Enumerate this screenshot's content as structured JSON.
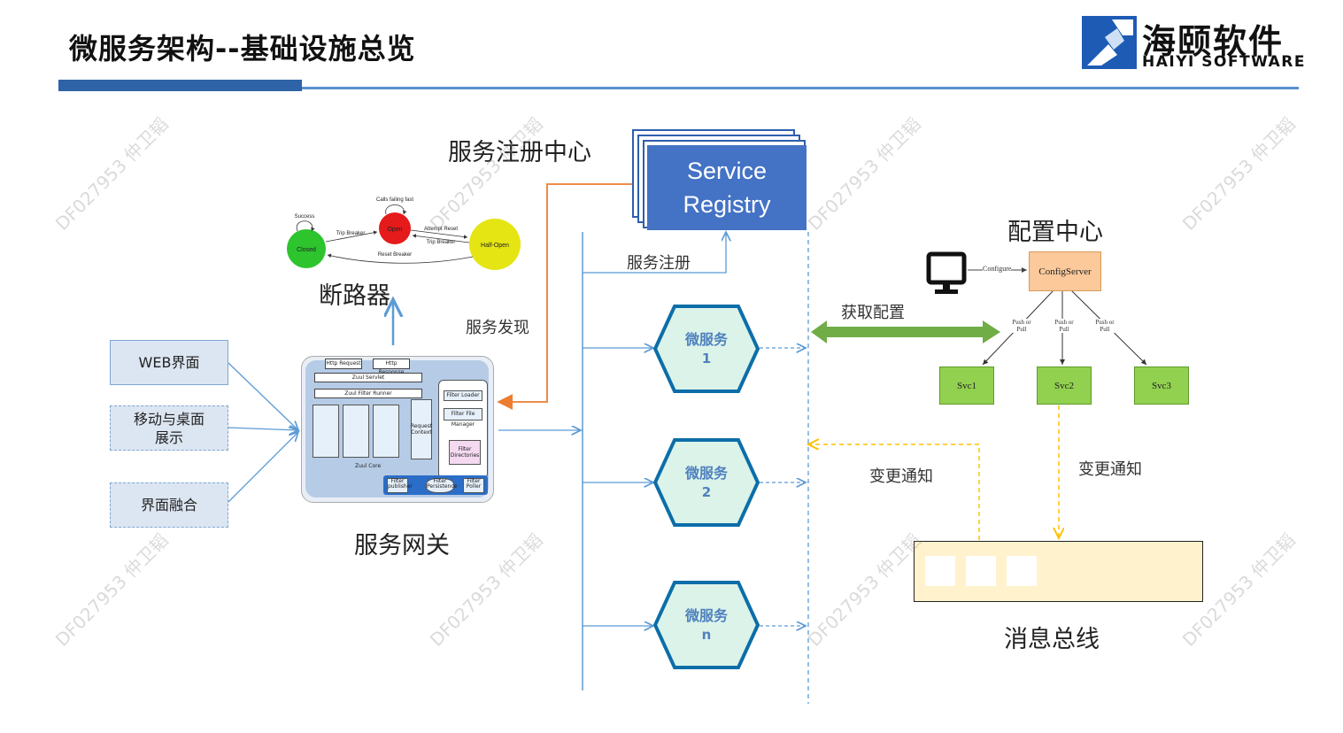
{
  "title": "微服务架构--基础设施总览",
  "logo": {
    "cn": "海颐软件",
    "en": "HAIYI SOFTWARE"
  },
  "watermark": "DF027953 仲卫韬",
  "service_registry": {
    "label_line1": "Service",
    "label_line2": "Registry",
    "caption": "服务注册中心"
  },
  "circuit_breaker": {
    "caption": "断路器",
    "states": {
      "closed": "Closed",
      "open": "Open",
      "half_open": "Half-Open"
    },
    "edges": {
      "success": "Success",
      "calls_failing_fast": "Calls failing fast",
      "trip_breaker": "Trip Breaker",
      "attempt_reset": "Attempt Reset",
      "trip_breaker_2": "Trip Breaker",
      "reset_breaker": "Reset Breaker"
    }
  },
  "clients": [
    {
      "label": "WEB界面"
    },
    {
      "label": "移动与桌面\n展示"
    },
    {
      "label": "界面融合"
    }
  ],
  "gateway": {
    "caption": "服务网关",
    "inner": {
      "http_request": "Http Request",
      "http_response": "Http Response",
      "zuul_servlet": "Zuul Servlet",
      "zuul_filter_runner": "Zuul Filter Runner",
      "zuul_core": "Zuul Core",
      "filter_loader": "Filter Loader",
      "filter_file_manager": "Filter File Manager",
      "request_context": "Request Context",
      "filter_directories": "Filter Directories",
      "filter_publisher": "Filter publisher",
      "filter_persistence": "Filter Persistence",
      "filter_poller": "Filter Poller"
    }
  },
  "labels": {
    "service_register": "服务注册",
    "service_discovery": "服务发现",
    "get_config": "获取配置",
    "change_notify_left": "变更通知",
    "change_notify_right": "变更通知",
    "message_bus": "消息总线"
  },
  "microservices": [
    {
      "label": "微服务",
      "index": "1"
    },
    {
      "label": "微服务",
      "index": "2"
    },
    {
      "label": "微服务",
      "index": "n"
    }
  ],
  "config_center": {
    "caption": "配置中心",
    "config_server": "ConfigServer",
    "configure": "Configure",
    "push_or_pull": "Push or Pull",
    "services": [
      "Svc1",
      "Svc2",
      "Svc3"
    ]
  },
  "colors": {
    "blue": "#4472c4",
    "line_blue": "#5b9bd5",
    "orange": "#ed7d31",
    "hex_fill": "#dcf3ea",
    "hex_border": "#0c6ea8",
    "green": "#70ad47",
    "svc_green": "#92d050",
    "config_orange": "#fbc99a",
    "bus_fill": "#fff2cc",
    "dash_yellow": "#ffc000"
  }
}
